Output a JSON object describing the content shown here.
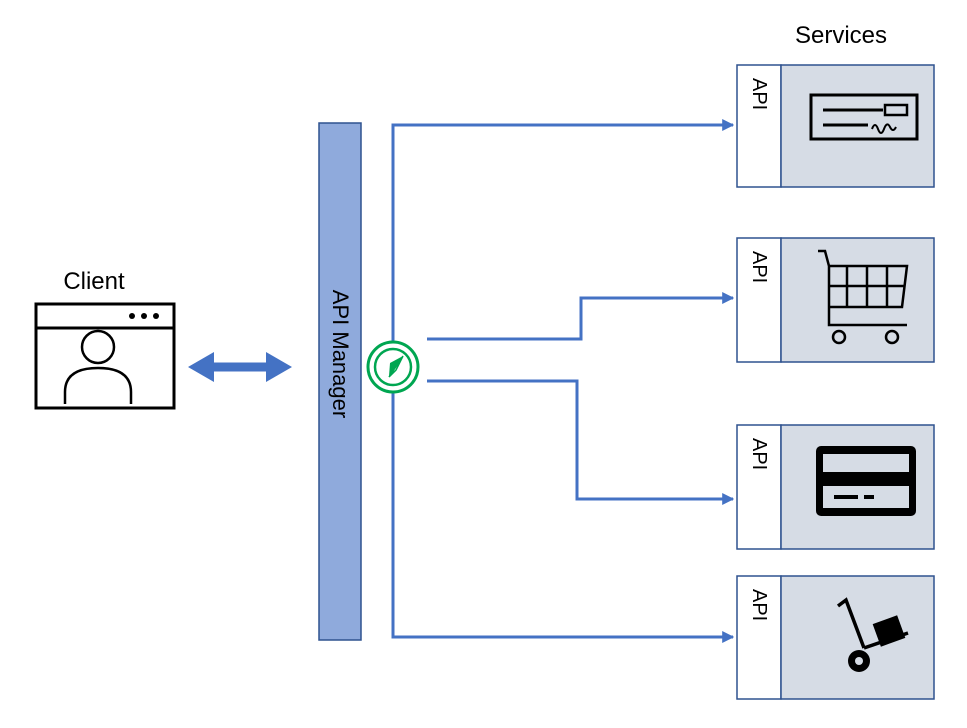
{
  "labels": {
    "client": "Client",
    "services": "Services",
    "api_manager": "API Manager"
  },
  "services": [
    {
      "api_label": "API",
      "icon": "check-icon"
    },
    {
      "api_label": "API",
      "icon": "shopping-cart-icon"
    },
    {
      "api_label": "API",
      "icon": "credit-card-icon"
    },
    {
      "api_label": "API",
      "icon": "hand-truck-icon"
    }
  ],
  "colors": {
    "connector": "#4472c4",
    "api_manager_fill": "#8faadc",
    "api_manager_border": "#2f528f",
    "service_border": "#2f528f",
    "service_icon_bg": "#d6dce5",
    "compass": "#00a651"
  }
}
